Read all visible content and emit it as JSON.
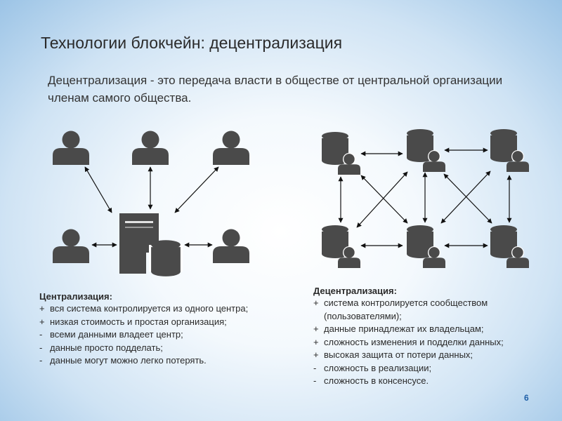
{
  "slide": {
    "title": "Технологии блокчейн: децентрализация",
    "definition": "Децентрализация - это передача власти в обществе от центральной организации членам самого общества.",
    "page_number": "6"
  },
  "colors": {
    "icon": "#4a4a4a",
    "arrow": "#111111"
  },
  "diagram": {
    "centralized": {
      "users": 5,
      "icons": [
        "user-icon",
        "server-icon",
        "database-icon"
      ]
    },
    "decentralized": {
      "nodes": 6,
      "icons": [
        "database-icon",
        "user-icon"
      ]
    }
  },
  "centralization": {
    "heading": "Централизация:",
    "items": [
      {
        "mark": "+",
        "text": "вся система контролируется из одного центра;"
      },
      {
        "mark": "+",
        "text": "низкая стоимость и простая организация;"
      },
      {
        "mark": "-",
        "text": "всеми данными владеет центр;"
      },
      {
        "mark": "-",
        "text": "данные просто подделать;"
      },
      {
        "mark": "-",
        "text": "данные могут можно легко потерять."
      }
    ]
  },
  "decentralization": {
    "heading": "Децентрализация:",
    "items": [
      {
        "mark": "+",
        "text": "система контролируется сообществом (пользователями);"
      },
      {
        "mark": "+",
        "text": "данные принадлежат их владельцам;"
      },
      {
        "mark": "+",
        "text": "сложность изменения и подделки данных;"
      },
      {
        "mark": "+",
        "text": "высокая защита от потери данных;"
      },
      {
        "mark": "-",
        "text": "сложность в реализации;"
      },
      {
        "mark": "-",
        "text": "сложность в консенсусе."
      }
    ]
  }
}
